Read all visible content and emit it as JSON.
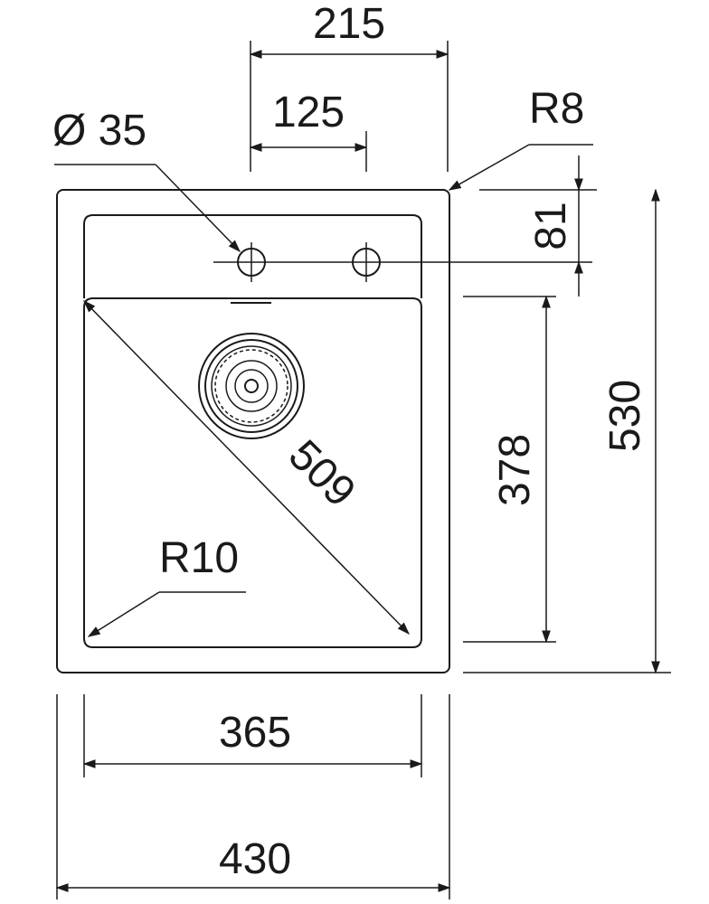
{
  "drawing": {
    "colors": {
      "line": "#1a1a1a",
      "background": "#ffffff"
    },
    "dimensions": {
      "overall_width": "430",
      "bowl_width": "365",
      "overall_depth": "530",
      "bowl_depth": "378",
      "diagonal": "509",
      "tap_hole_spacing": "125",
      "tap_hole_span": "215",
      "tap_hole_diameter": "Ø 35",
      "tap_hole_offset": "81",
      "corner_radius_outer": "R8",
      "corner_radius_bowl": "R10"
    },
    "icons": {
      "drain": "drain-strainer-icon",
      "tap_hole": "tap-hole-icon"
    }
  }
}
